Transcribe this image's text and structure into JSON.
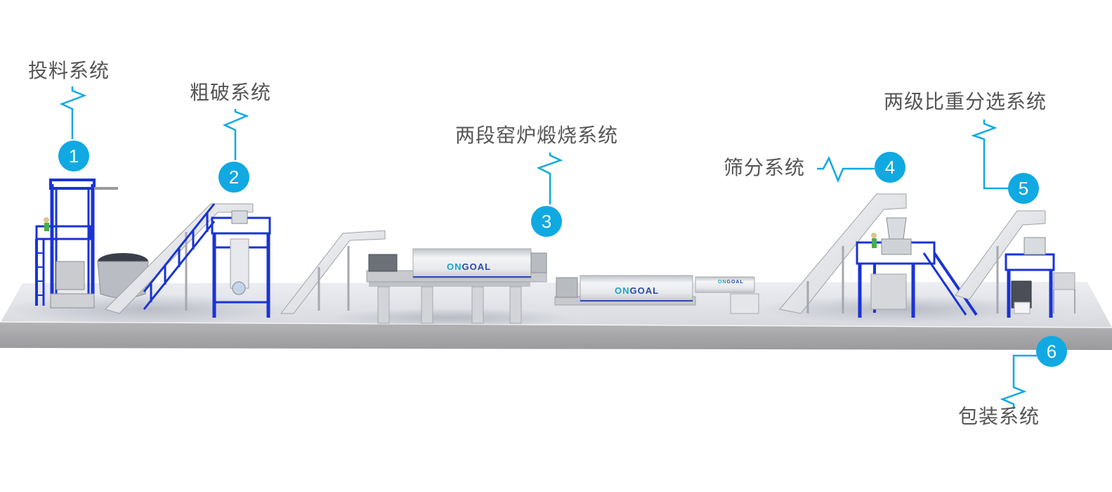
{
  "diagram": {
    "type": "process-flow-illustration",
    "accent_color": "#10a9e2",
    "structure_color": "#1a33d6",
    "platform_color": "#d8d8dc",
    "label_color": "#555555"
  },
  "brand": {
    "logo_on": "ON",
    "logo_goal": "GOAL"
  },
  "stations": [
    {
      "number": "1",
      "label": "投料系统"
    },
    {
      "number": "2",
      "label": "粗破系统"
    },
    {
      "number": "3",
      "label": "两段窑炉煅烧系统"
    },
    {
      "number": "4",
      "label": "筛分系统"
    },
    {
      "number": "5",
      "label": "两级比重分选系统"
    },
    {
      "number": "6",
      "label": "包装系统"
    }
  ]
}
